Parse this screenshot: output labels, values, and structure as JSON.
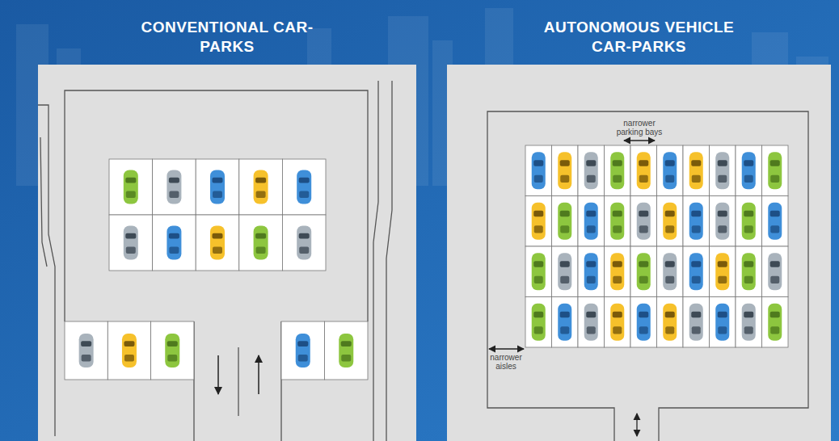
{
  "diagram": {
    "nodes": [
      {
        "text": [
          "CONVENTIONAL CAR-PARKS"
        ]
      },
      {
        "text": [
          "AUTONOMOUS VEHICLE CAR-PARKS"
        ]
      }
    ],
    "labels": [
      "narrower parking bays",
      "narrower aisles"
    ]
  }
}
